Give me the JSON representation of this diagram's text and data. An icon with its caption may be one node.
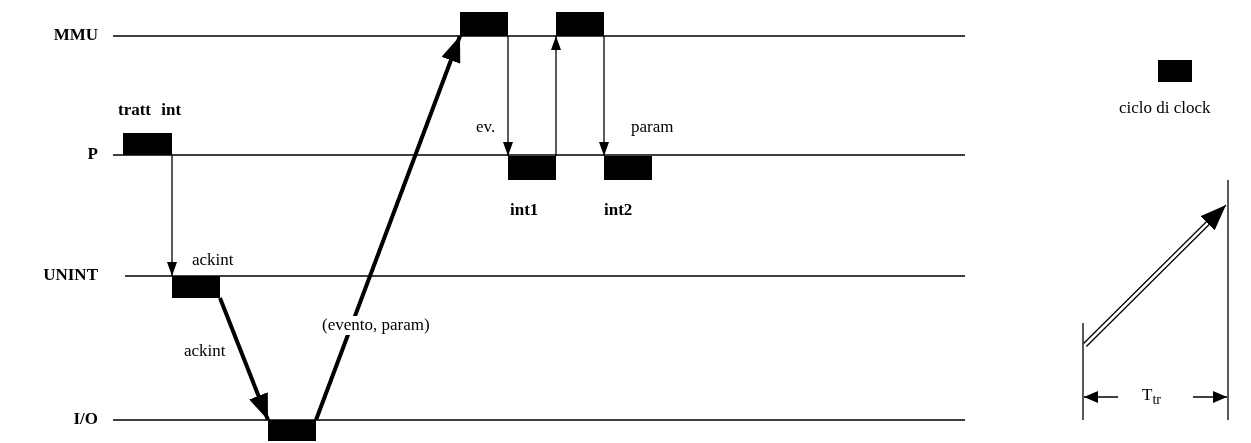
{
  "diagram": {
    "nodes": [
      {
        "text": [],
        "shape": "bar",
        "beside": [
          "tratt int"
        ]
      },
      {
        "text": [],
        "shape": "bar"
      },
      {
        "text": [],
        "shape": "bar"
      },
      {
        "text": [],
        "shape": "bar"
      },
      {
        "text": [],
        "shape": "bar",
        "beside": [
          "int1"
        ]
      },
      {
        "text": [],
        "shape": "bar"
      },
      {
        "text": [],
        "shape": "bar",
        "beside": [
          "int2"
        ]
      }
    ],
    "edges": [
      {
        "from": 0,
        "to": 1,
        "arrow": "to",
        "label": "ackint"
      },
      {
        "from": 1,
        "to": 2,
        "arrow": "to",
        "label": "ackint",
        "style": "thick"
      },
      {
        "from": 2,
        "to": 3,
        "arrow": "to",
        "label": "(evento, param)",
        "style": "thick"
      },
      {
        "from": 3,
        "to": 4,
        "arrow": "to",
        "label": "ev."
      },
      {
        "from": 4,
        "to": 5,
        "arrow": "to"
      },
      {
        "from": 5,
        "to": 6,
        "arrow": "to",
        "label": "param"
      }
    ],
    "labels": [
      "MMU",
      "P",
      "UNINT",
      "I/O",
      "T$_{tr}$"
    ],
    "legend": [
      {
        "text": "ciclo di clock",
        "color": "#000000"
      }
    ]
  }
}
